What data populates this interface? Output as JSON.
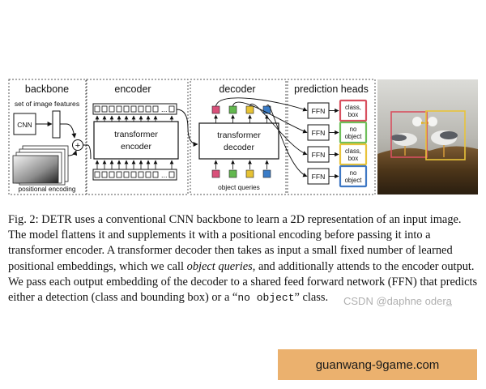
{
  "figure": {
    "sections": {
      "backbone": "backbone",
      "encoder": "encoder",
      "decoder": "decoder",
      "prediction_heads": "prediction heads"
    },
    "labels": {
      "set_of_image_features": "set of image features",
      "cnn": "CNN",
      "positional_encoding": "positional encoding",
      "transformer_encoder_line1": "transformer",
      "transformer_encoder_line2": "encoder",
      "transformer_decoder_line1": "transformer",
      "transformer_decoder_line2": "decoder",
      "object_queries": "object queries",
      "plus": "+",
      "ellipsis": "..."
    },
    "heads": [
      {
        "ffn": "FFN",
        "line1": "class,",
        "line2": "box",
        "color": "#d8505f"
      },
      {
        "ffn": "FFN",
        "line1": "no",
        "line2": "object",
        "color": "#6fbf5a"
      },
      {
        "ffn": "FFN",
        "line1": "class,",
        "line2": "box",
        "color": "#e8c33a"
      },
      {
        "ffn": "FFN",
        "line1": "no",
        "line2": "object",
        "color": "#3f78c4"
      }
    ],
    "query_colors": [
      "#d9507a",
      "#63b84f",
      "#e6c234",
      "#3a7cc7"
    ]
  },
  "caption": {
    "fig_label": "Fig. 2:",
    "seg1": " DETR uses a conventional CNN backbone to learn a 2D representation of an input image. The model flattens it and supplements it with a positional encoding before passing it into a transformer encoder. A transformer decoder then takes as input a small fixed number of learned positional embeddings, which we call ",
    "em": "object queries",
    "seg2": ", and additionally attends to the encoder output. We pass each output embedding of the decoder to a shared feed forward network (FFN) that predicts either a detection (class and bounding box) or a “",
    "mono": "no object",
    "seg3": "” class."
  },
  "watermark": "CSDN @daphne odera̲",
  "banner": "guanwang-9game.com"
}
